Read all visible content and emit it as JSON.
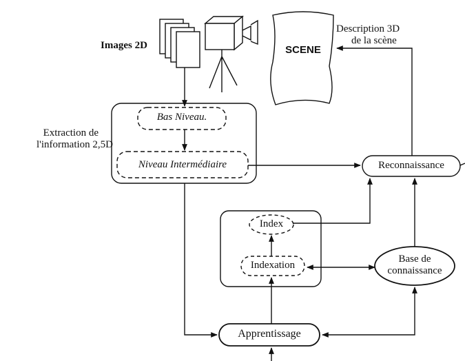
{
  "labels": {
    "images_2d": "Images 2D",
    "scene": "SCENE",
    "description_line1": "Description 3D",
    "description_line2": "de la scène",
    "extraction_line1": "Extraction de",
    "extraction_line2": "l'information 2,5D",
    "bas_niveau": "Bas Niveau.",
    "niveau_intermediaire": "Niveau Intermédiaire",
    "reconnaissance": "Reconnaissance",
    "index": "Index",
    "indexation": "Indexation",
    "base_line1": "Base de",
    "base_line2": "connaissance",
    "apprentissage": "Apprentissage"
  },
  "colors": {
    "ink": "#111111",
    "background": "#ffffff"
  },
  "icons": [
    "image-stack-icon",
    "camera-icon",
    "tripod-icon",
    "scene-icon"
  ]
}
